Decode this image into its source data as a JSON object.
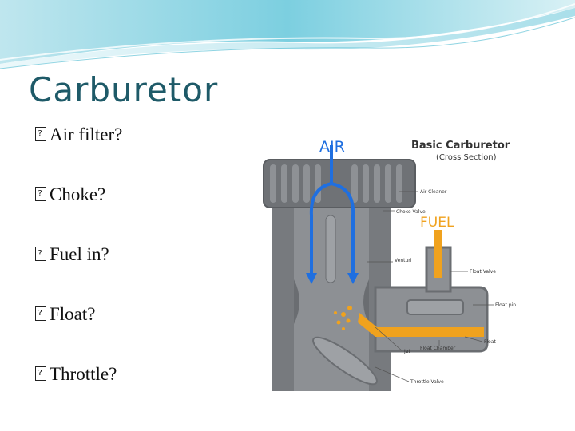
{
  "slide": {
    "title": "Carburetor",
    "bullets": [
      {
        "label": "Air filter?"
      },
      {
        "label": "Choke?"
      },
      {
        "label": "Fuel in?"
      },
      {
        "label": "Float?"
      },
      {
        "label": "Throttle?"
      }
    ]
  },
  "diagram": {
    "air_label": "AIR",
    "fuel_label": "FUEL",
    "title": "Basic Carburetor",
    "subtitle": "(Cross Section)",
    "parts": {
      "air_cleaner": "Air Cleaner",
      "choke_valve": "Choke Valve",
      "venturi": "Venturi",
      "float_valve": "Float Valve",
      "float_pin": "Float pin",
      "float": "Float",
      "float_chamber": "Float Chamber",
      "jet": "Jet",
      "throttle_valve": "Throttle Valve"
    },
    "colors": {
      "air": "#1f6fe0",
      "fuel": "#f0a21e",
      "body": "#777a7e",
      "body_dark": "#5f6266",
      "title": "#1e5a68"
    }
  }
}
